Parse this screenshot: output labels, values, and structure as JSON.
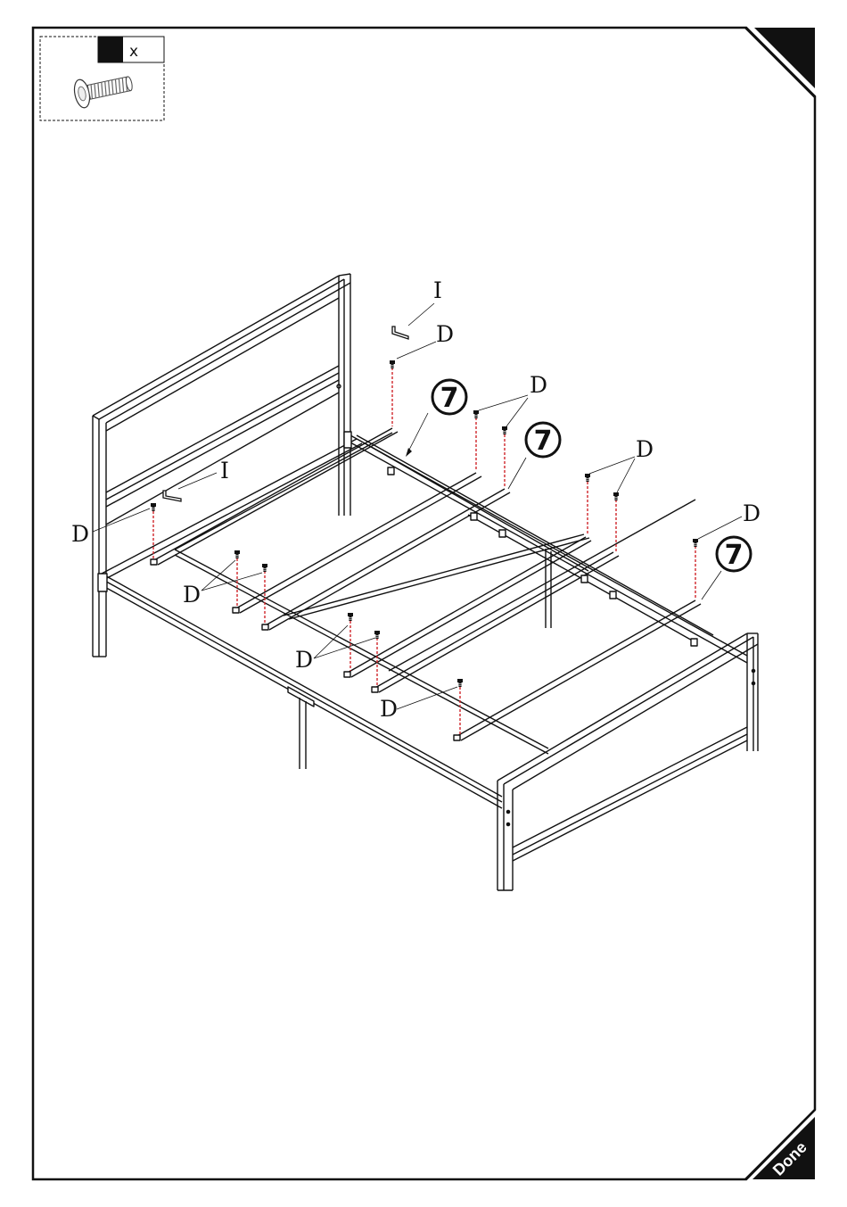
{
  "hardware_box": {
    "quantity_label": "x",
    "quantity_value": "",
    "part_icon": "bolt-icon"
  },
  "corner_tabs": {
    "top_right": "",
    "bottom_right": "Done"
  },
  "labels": {
    "allen_key": "I",
    "bolt": "D",
    "slat": "7"
  },
  "colors": {
    "line": "#111111",
    "guide": "#d0262b",
    "paper": "#ffffff"
  }
}
